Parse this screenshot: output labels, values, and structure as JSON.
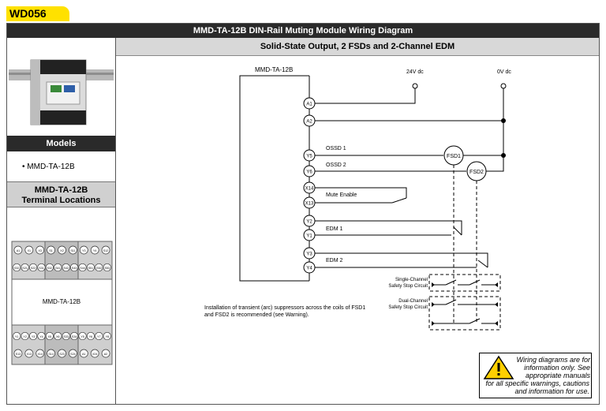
{
  "doc_id": "WD056",
  "title": "MMD-TA-12B DIN-Rail Muting Module Wiring Diagram",
  "subtitle": "Solid-State Output, 2 FSDs and 2-Channel EDM",
  "sidebar": {
    "models_header": "Models",
    "model_item": "MMD-TA-12B",
    "terminal_header_line1": "MMD-TA-12B",
    "terminal_header_line2": "Terminal Locations",
    "module_label": "MMD-TA-12B",
    "top_row1": [
      "A1",
      "X1",
      "X3",
      "S1",
      "X2",
      "S11",
      "Y3",
      "Y4",
      "S12"
    ],
    "top_row2": [
      "S32",
      "S21",
      "S22",
      "S31",
      "S32",
      "S41",
      "S42",
      "S43",
      "S44",
      "S51",
      "S52",
      "S53"
    ],
    "bottom_row1": [
      "Y1",
      "Y2",
      "Y3",
      "Y4",
      "X5",
      "X6",
      "S33",
      "S34",
      "Y5",
      "Y6",
      "Y7",
      "Y8"
    ],
    "bottom_row2": [
      "S13",
      "X13",
      "X14",
      "S14",
      "S23",
      "S24",
      "A1",
      "X24",
      "A2"
    ]
  },
  "diagram": {
    "module_label": "MMD-TA-12B",
    "supply_pos": "24V dc",
    "supply_neg": "0V dc",
    "terminals": [
      "A1",
      "A2",
      "Y5",
      "Y6",
      "X14",
      "X13",
      "Y2",
      "Y1",
      "Y3",
      "Y4"
    ],
    "ossd1": "OSSD 1",
    "ossd2": "OSSD 2",
    "fsd1": "FSD1",
    "fsd2": "FSD2",
    "mute_enable": "Mute Enable",
    "edm1": "EDM 1",
    "edm2": "EDM 2",
    "single_channel_line1": "Single-Channel",
    "single_channel_line2": "Safety Stop Circuit",
    "dual_channel_line1": "Dual-Channel",
    "dual_channel_line2": "Safety Stop Circuit"
  },
  "note": "Installation of transient (arc) suppressors across the coils of FSD1 and FSD2 is recommended (see Warning).",
  "warning": {
    "text_part1": "Wiring diagrams are for information only. See appropriate manuals",
    "text_part2": "for all specific warnings, cautions and information for use."
  },
  "colors": {
    "tag": "#ffe100",
    "header_bg": "#2a2a2a",
    "subheader_bg": "#d8d8d8",
    "warning_yellow": "#ffd000"
  }
}
